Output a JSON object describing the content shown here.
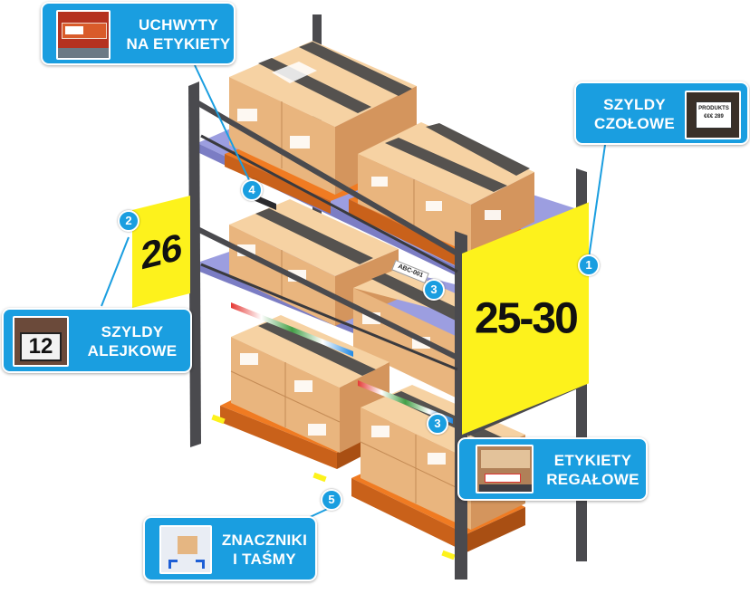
{
  "callouts": {
    "uchwyty": {
      "line1": "UCHWYTY",
      "line2": "NA ETYKIETY",
      "number": "4"
    },
    "szyldy_czolowe": {
      "line1": "SZYLDY",
      "line2": "CZOŁOWE",
      "number": "1",
      "thumb_text_1": "PRODUKTS",
      "thumb_text_2": "€€€ 289"
    },
    "szyldy_alejkowe": {
      "line1": "SZYLDY",
      "line2": "ALEJKOWE",
      "number": "2",
      "thumb_number": "12"
    },
    "etykiety_regalowe": {
      "line1": "ETYKIETY",
      "line2": "REGAŁOWE",
      "number": "3"
    },
    "znaczniki": {
      "line1": "ZNACZNIKI",
      "line2": "I TAŚMY",
      "number": "5"
    }
  },
  "badges": {
    "shelf_label_upper": "3"
  },
  "signs": {
    "aisle": "26",
    "front": "25-30",
    "shelf_tag": "ABC-001"
  },
  "colors": {
    "callout_blue": "#1a9ee0",
    "sign_yellow": "#fdf21c",
    "rack_frame": "#4a4a4e",
    "shelf_lavender": "#9c9ee0",
    "pallet_orange": "#f07b22",
    "box_light": "#f6d2a3",
    "box_mid": "#e9b57e",
    "box_dark": "#d4955d",
    "tape_dark": "#55524f"
  }
}
